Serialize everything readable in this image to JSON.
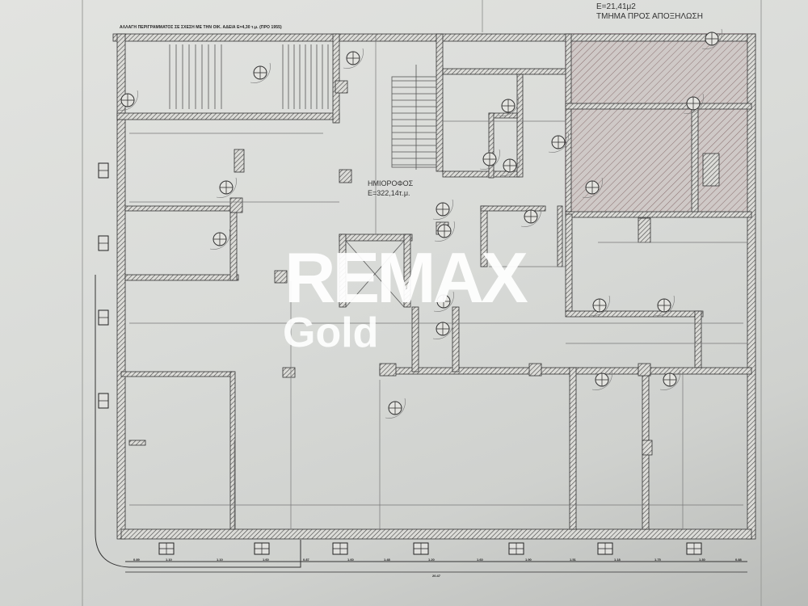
{
  "notes": {
    "title_note": "ΑΛΛΑΓΗ ΠΕΡΙΓΡΑΜΜΑΤΟΣ ΣΕ ΣΧΕΣΗ ΜΕ ΤΗΝ ΟΙΚ. ΑΔΕΙΑ Ε=4,30 τ.μ. (ΠΡΟ 1955)",
    "demolition_area": "Ε=21,41μ2",
    "demolition_label": "ΤΜΗΜΑ ΠΡΟΣ ΑΠΟΞΗΛΩΣΗ",
    "floor_name": "ΗΜΙΟΡΟΦΟΣ",
    "floor_area": "Ε=322,14τ.μ."
  },
  "watermark": {
    "brand": "REMAX",
    "sub": "Gold"
  },
  "dimensions": {
    "bottom": [
      "0.89",
      "1.10",
      "1.10",
      "1.60",
      "0.87",
      "1.60",
      "1.48",
      "1.20",
      "1.60",
      "1.90",
      "1.51",
      "1.18",
      "1.75",
      "1.30",
      "0.88"
    ],
    "total": "20.47"
  },
  "colors": {
    "wall": "#555555",
    "demolition": "#b06a6a",
    "paper": "#dcdedb"
  }
}
